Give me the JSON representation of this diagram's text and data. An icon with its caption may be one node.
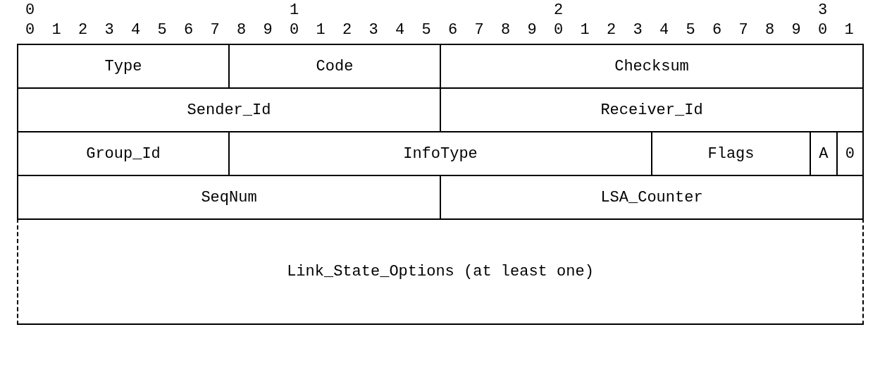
{
  "diagram": {
    "nodes": [
      {
        "text": [
          "Type"
        ]
      },
      {
        "text": [
          "Code"
        ]
      },
      {
        "text": [
          "Checksum"
        ]
      },
      {
        "text": [
          "Sender_Id"
        ]
      },
      {
        "text": [
          "Receiver_Id"
        ]
      },
      {
        "text": [
          "Group_Id"
        ]
      },
      {
        "text": [
          "InfoType"
        ]
      },
      {
        "text": [
          "Flags"
        ]
      },
      {
        "text": [
          "A"
        ]
      },
      {
        "text": [
          "0"
        ]
      },
      {
        "text": [
          "SeqNum"
        ]
      },
      {
        "text": [
          "LSA_Counter"
        ]
      },
      {
        "text": [
          "Link_State_Options (at least one)"
        ]
      }
    ],
    "labels": [
      "0",
      "1",
      "2",
      "3",
      "0",
      "1",
      "2",
      "3",
      "4",
      "5",
      "6",
      "7",
      "8",
      "9",
      "0",
      "1",
      "2",
      "3",
      "4",
      "5",
      "6",
      "7",
      "8",
      "9",
      "0",
      "1",
      "2",
      "3",
      "4",
      "5",
      "6",
      "7",
      "8",
      "9",
      "0",
      "1"
    ]
  }
}
